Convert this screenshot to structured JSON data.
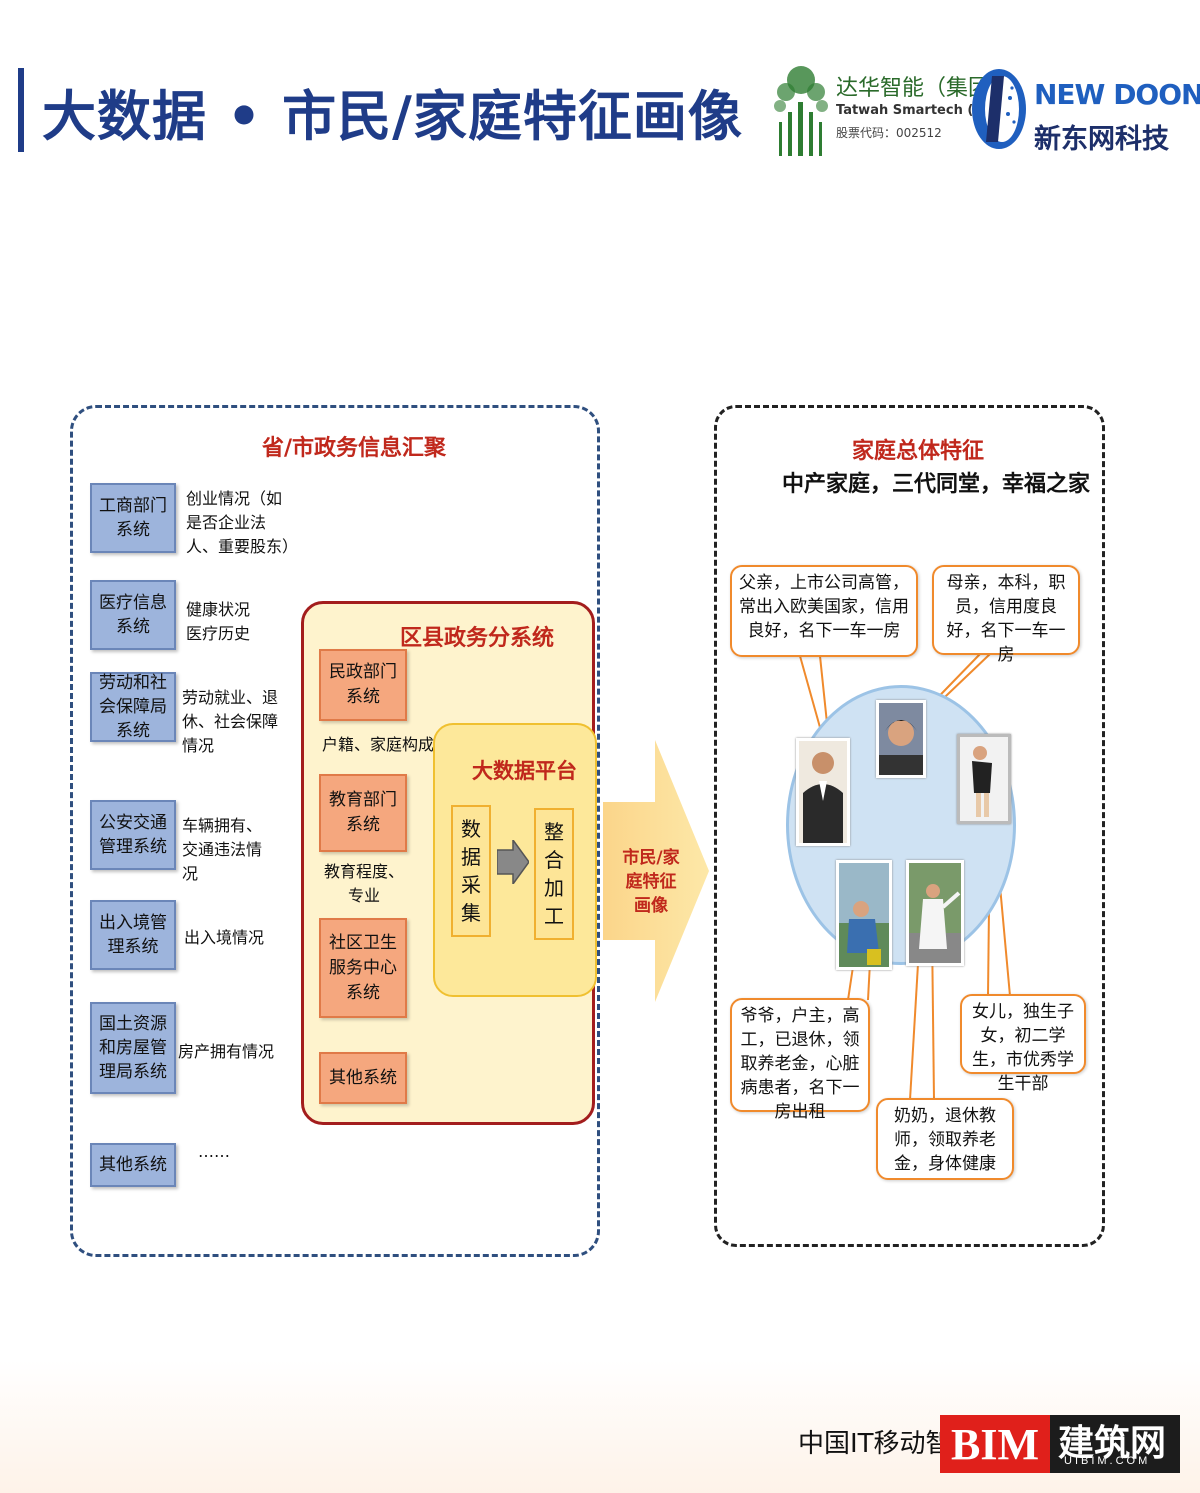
{
  "header": {
    "title": "大数据 • 市民/家庭特征画像",
    "logo1_cn": "达华智能（集团）",
    "logo1_en": "Tatwah Smartech (Group)",
    "logo1_code": "股票代码：002512",
    "logo2_en": "NEW DOONE",
    "logo2_cn": "新东网科技"
  },
  "left_panel": {
    "title": "省/市政务信息汇聚",
    "systems": [
      {
        "label": "工商部门系统",
        "desc": "创业情况（如是否企业法人、重要股东）"
      },
      {
        "label": "医疗信息系统",
        "desc": "健康状况\n医疗历史"
      },
      {
        "label": "劳动和社会保障局系统",
        "desc": "劳动就业、退休、社会保障情况"
      },
      {
        "label": "公安交通管理系统",
        "desc": "车辆拥有、交通违法情况"
      },
      {
        "label": "出入境管理系统",
        "desc": "出入境情况"
      },
      {
        "label": "国土资源和房屋管理局系统",
        "desc": "房产拥有情况"
      },
      {
        "label": "其他系统",
        "desc": "……"
      }
    ]
  },
  "sub_panel": {
    "title": "区县政务分系统",
    "systems": [
      {
        "label": "民政部门系统",
        "desc": "户籍、家庭构成"
      },
      {
        "label": "教育部门系统",
        "desc": "教育程度、专业"
      },
      {
        "label": "社区卫生服务中心系统",
        "desc": ""
      },
      {
        "label": "其他系统",
        "desc": ""
      }
    ]
  },
  "platform": {
    "title": "大数据平台",
    "collect": "数据采集",
    "process": "整合加工"
  },
  "arrow_label": "市民/家庭特征画像",
  "right_panel": {
    "title": "家庭总体特征",
    "subtitle": "中产家庭，三代同堂，幸福之家",
    "callouts": {
      "father": "父亲，上市公司高管，常出入欧美国家，信用良好，名下一车一房",
      "mother": "母亲，本科，职员，信用度良好，名下一车一房",
      "grandpa": "爷爷，户主，高工，已退休，领取养老金，心脏病患者，名下一房出租",
      "daughter": "女儿，独生子女，初二学生，市优秀学生干部",
      "grandma": "奶奶，退休教师，领取养老金，身体健康"
    }
  },
  "footer": {
    "text": "中国IT移动智库",
    "bim": "BIM",
    "bim_cn": "建筑网",
    "bim_url": "UIBIM.COM"
  }
}
